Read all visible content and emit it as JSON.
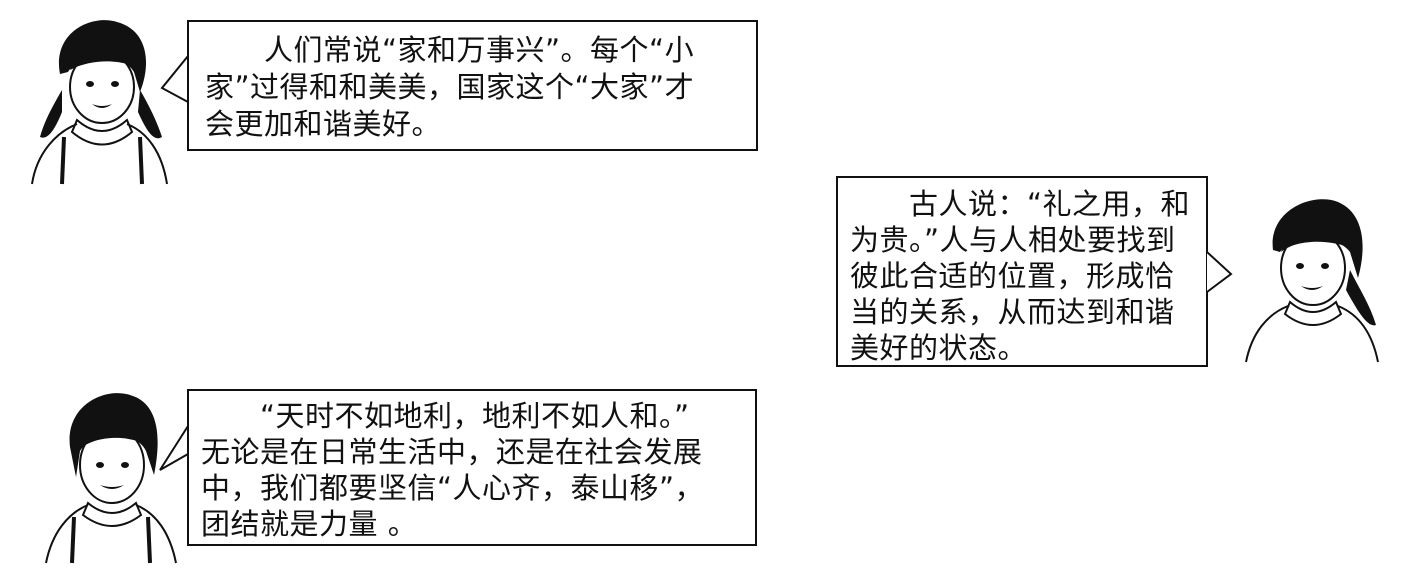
{
  "dialogues": [
    {
      "speaker": "girl-top-left",
      "lines": [
        "　　人们常说“家和万事兴”。每个“小",
        "家”过得和和美美，国家这个“大家”才",
        "会更加和谐美好。"
      ]
    },
    {
      "speaker": "girl-right",
      "lines": [
        "　　古人说：“礼之用，和",
        "为贵。”人与人相处要找到",
        "彼此合适的位置，形成恰",
        "当的关系，从而达到和谐",
        "美好的状态。"
      ]
    },
    {
      "speaker": "girl-bottom-left",
      "lines": [
        "　　“天时不如地利，地利不如人和。”",
        "无论是在日常生活中，还是在社会发展",
        "中，我们都要坚信“人心齐，泰山移”，",
        "团结就是力量 。"
      ]
    }
  ]
}
